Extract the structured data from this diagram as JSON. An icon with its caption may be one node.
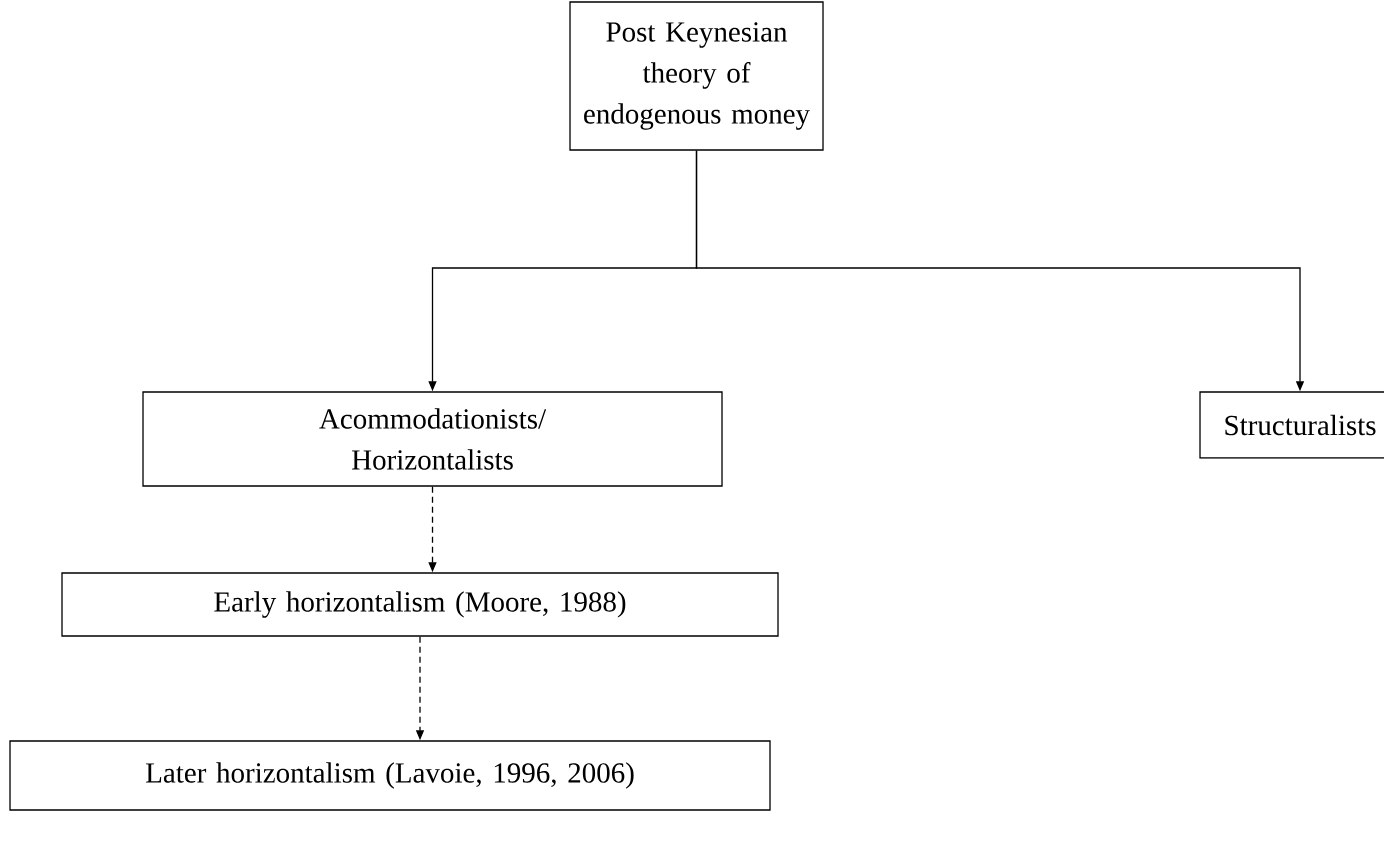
{
  "diagram": {
    "nodes": [
      {
        "text": [
          "Post Keynesian theory of endogenous money"
        ]
      },
      {
        "text": [
          "Acommodationists/ Horizontalists"
        ]
      },
      {
        "text": [
          "Structuralists"
        ]
      },
      {
        "text": [
          "Early horizontalism (Moore, 1988)"
        ]
      },
      {
        "text": [
          "Later horizontalism (Lavoie, 1996, 2006)"
        ]
      }
    ],
    "edges": [
      {
        "from": 0,
        "to": 1,
        "arrow": "to"
      },
      {
        "from": 0,
        "to": 2,
        "arrow": "to"
      },
      {
        "from": 1,
        "to": 3,
        "arrow": "to",
        "style": "dashed"
      },
      {
        "from": 3,
        "to": 4,
        "arrow": "to",
        "style": "dashed"
      }
    ]
  }
}
